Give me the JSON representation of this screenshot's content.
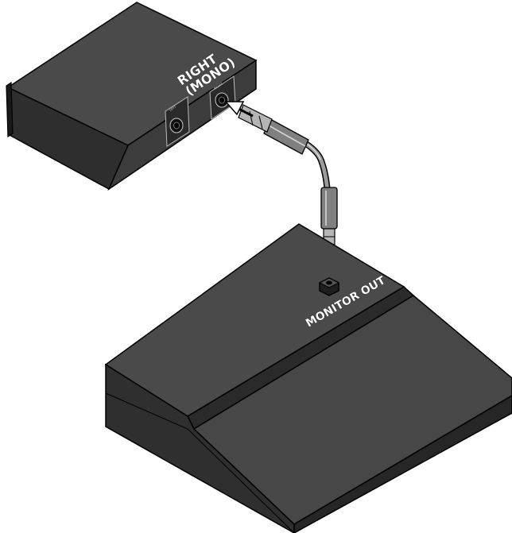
{
  "labels": {
    "amp_jack_right_line1": "RIGHT",
    "amp_jack_right_line2": "(MONO)",
    "console_output": "MONITOR OUT"
  },
  "colors": {
    "device_top": "#4a4a4a",
    "device_front": "#2f2f2f",
    "device_side": "#3a3a3a",
    "outline": "#000000",
    "cable": "#9a9a9a",
    "label_text": "#ffffff"
  }
}
